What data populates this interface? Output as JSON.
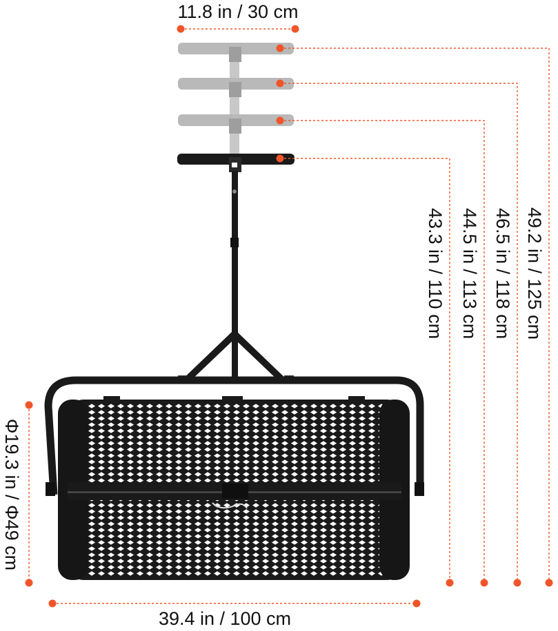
{
  "dimensions": {
    "handle_width": "11.8 in / 30 cm",
    "height_1": "43.3 in / 110 cm",
    "height_2": "44.5 in / 113 cm",
    "height_3": "46.5 in / 118 cm",
    "height_4": "49.2 in / 125 cm",
    "diameter": "Φ19.3 in / Φ49 cm",
    "width": "39.4 in / 100 cm"
  },
  "colors": {
    "accent": "#f0552a",
    "frame": "#1a1a1a",
    "handle_ghost": "#b9b9b9"
  },
  "icons": [
    "lawn-spreader-drum",
    "adjustable-t-handle"
  ]
}
